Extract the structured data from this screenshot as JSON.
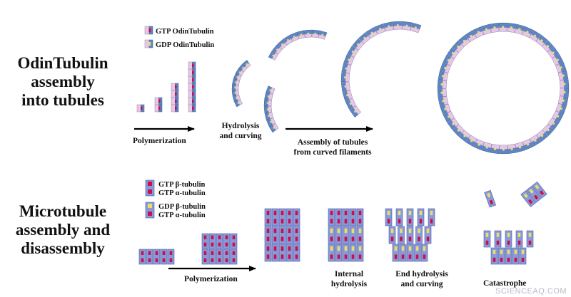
{
  "top_title": [
    "OdinTubulin",
    "assembly",
    "into tubules"
  ],
  "bottom_title": [
    "Microtubule",
    "assembly and",
    "disassembly"
  ],
  "legend_top": {
    "gtp": "GTP OdinTubulin",
    "gdp": "GDP OdinTubulin"
  },
  "legend_bottom": {
    "a_line1": "GTP β-tubulin",
    "a_line2": "GTP α-tubulin",
    "b_line1": "GDP β-tubulin",
    "b_line2": "GTP α-tubulin"
  },
  "top_labels": {
    "polymerization": "Polymerization",
    "hydrolysis_1": "Hydrolysis",
    "hydrolysis_2": "and curving",
    "assembly_1": "Assembly of tubules",
    "assembly_2": "from curved filaments"
  },
  "bottom_labels": {
    "polymerization": "Polymerization",
    "internal_1": "Internal",
    "internal_2": "hydrolysis",
    "end_1": "End hydrolysis",
    "end_2": "and curving",
    "catastrophe": "Catastrophe"
  },
  "watermark": "SCIENCEAQ.COM",
  "colors": {
    "odin_blue": "#5e86c4",
    "odin_pink": "#e6c8e6",
    "tub_blue": "#8a9ad8",
    "gtp_cap": "#c8104c",
    "gdp_cap": "#e8de6a",
    "arrow": "#000000"
  }
}
